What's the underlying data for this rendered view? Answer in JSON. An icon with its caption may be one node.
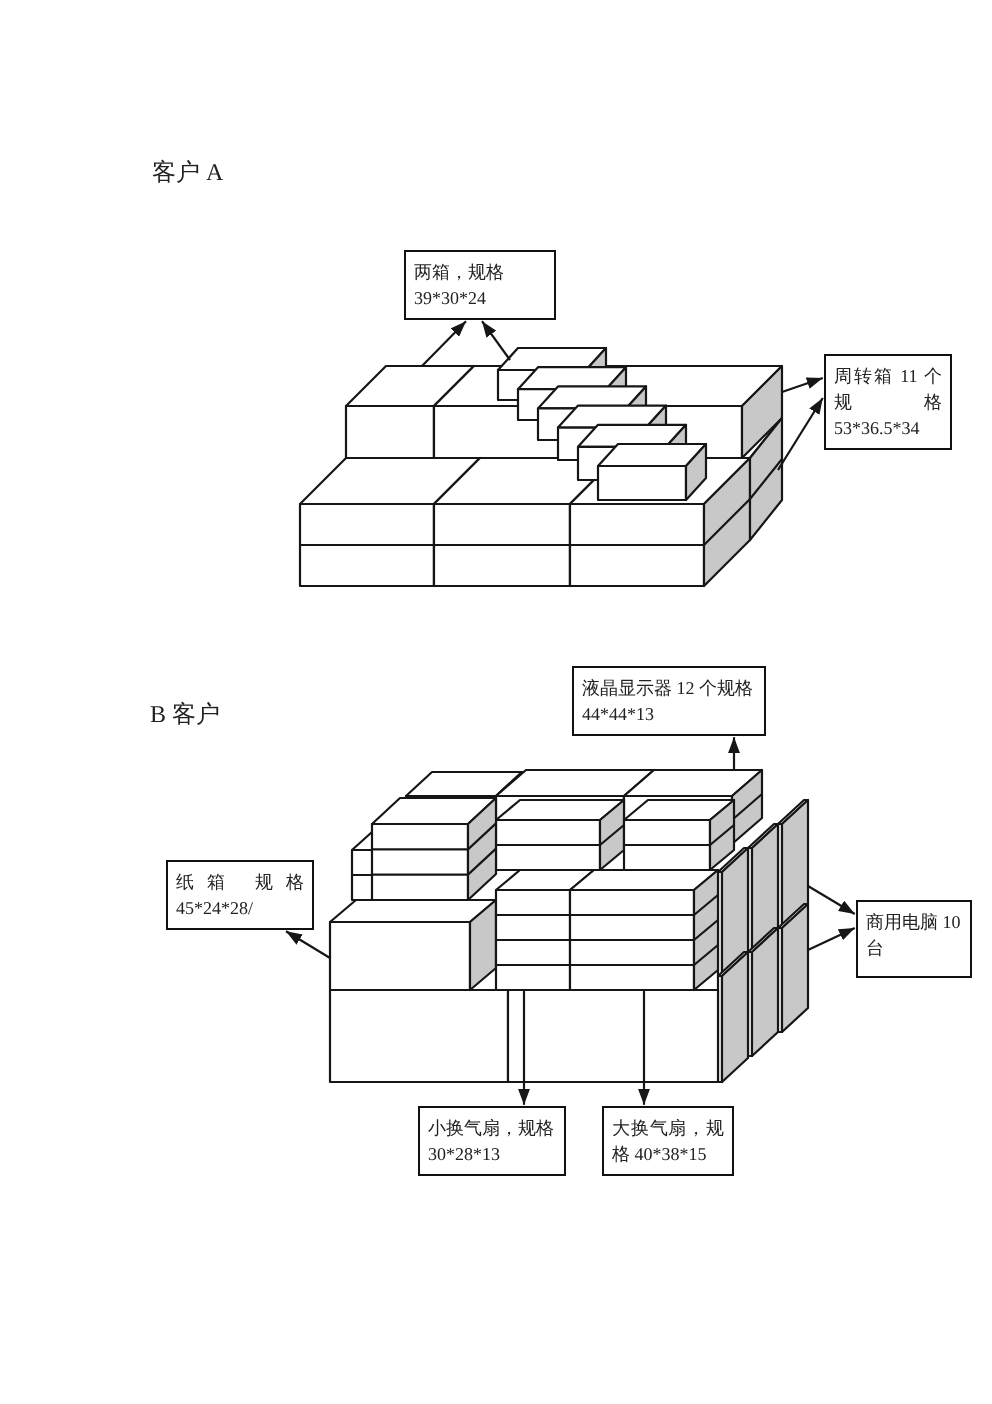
{
  "diagram": {
    "nodes": [
      {
        "text": [
          "两箱，规格39*30*24"
        ]
      },
      {
        "text": [
          "周转箱 11 个规格53*36.5*34"
        ]
      },
      {
        "text": [],
        "shape": "box"
      },
      {
        "text": [],
        "shape": "box"
      },
      {
        "text": [],
        "shape": "box"
      },
      {
        "text": [],
        "shape": "box"
      },
      {
        "text": [
          "液晶显示器 12 个规格 44*44*13"
        ]
      },
      {
        "text": [
          "纸箱 规格45*24*28/"
        ]
      },
      {
        "text": [
          "商用电脑 10 台"
        ]
      },
      {
        "text": [
          "小换气扇，规格30*28*13"
        ]
      },
      {
        "text": [
          "大换气扇，规格 40*38*15"
        ]
      },
      {
        "text": [],
        "shape": "box"
      },
      {
        "text": [],
        "shape": "box"
      },
      {
        "text": [],
        "shape": "box"
      },
      {
        "text": [],
        "shape": "box"
      },
      {
        "text": [],
        "shape": "box"
      },
      {
        "text": [],
        "shape": "box"
      }
    ],
    "edges": [
      {
        "from": 2,
        "to": 0,
        "arrow": "to"
      },
      {
        "from": 3,
        "to": 0,
        "arrow": "to"
      },
      {
        "from": 4,
        "to": 1,
        "arrow": "to"
      },
      {
        "from": 5,
        "to": 1,
        "arrow": "to"
      },
      {
        "from": 11,
        "to": 6,
        "arrow": "to"
      },
      {
        "from": 12,
        "to": 7,
        "arrow": "to"
      },
      {
        "from": 13,
        "to": 8,
        "arrow": "to"
      },
      {
        "from": 14,
        "to": 8,
        "arrow": "to"
      },
      {
        "from": 15,
        "to": 9,
        "arrow": "to"
      },
      {
        "from": 16,
        "to": 10,
        "arrow": "to"
      }
    ],
    "labels": [
      "客户 A",
      "B 客户"
    ]
  }
}
